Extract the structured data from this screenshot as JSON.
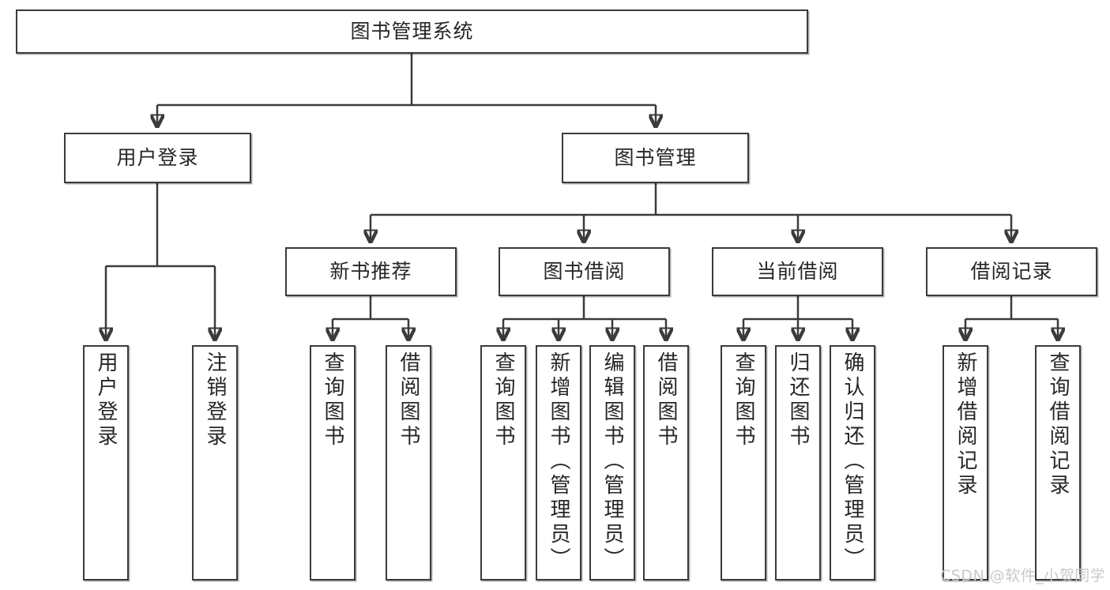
{
  "diagram": {
    "title": "图书管理系统",
    "type": "tree",
    "watermark": "CSDN @软件_小贺同学",
    "colors": {
      "border": "#3b3b3b",
      "background": "#ffffff",
      "text": "#262626",
      "watermark": "#c9c9c9"
    },
    "levels": {
      "root": {
        "label": "图书管理系统"
      },
      "level2": [
        {
          "label": "用户登录"
        },
        {
          "label": "图书管理"
        }
      ],
      "level3": [
        {
          "label": "新书推荐"
        },
        {
          "label": "图书借阅"
        },
        {
          "label": "当前借阅"
        },
        {
          "label": "借阅记录"
        }
      ],
      "leaves": {
        "user_login": [
          {
            "label": "用户登录"
          },
          {
            "label": "注销登录"
          }
        ],
        "new_book_recommend": [
          {
            "label": "查询图书"
          },
          {
            "label": "借阅图书"
          }
        ],
        "book_borrow": [
          {
            "label": "查询图书"
          },
          {
            "label": "新增图书（管理员）"
          },
          {
            "label": "编辑图书（管理员）"
          },
          {
            "label": "借阅图书"
          }
        ],
        "current_borrow": [
          {
            "label": "查询图书"
          },
          {
            "label": "归还图书"
          },
          {
            "label": "确认归还（管理员）"
          }
        ],
        "borrow_record": [
          {
            "label": "新增借阅记录"
          },
          {
            "label": "查询借阅记录"
          }
        ]
      }
    }
  }
}
